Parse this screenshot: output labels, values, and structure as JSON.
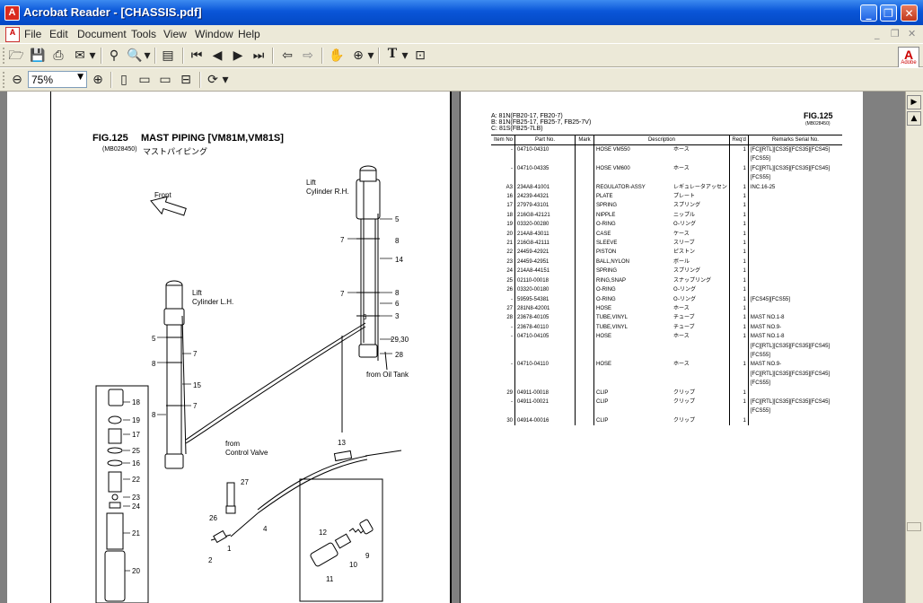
{
  "window": {
    "title": "Acrobat Reader - [CHASSIS.pdf]",
    "app_icon": "acrobat-icon"
  },
  "menu": [
    "File",
    "Edit",
    "Document",
    "Tools",
    "View",
    "Window",
    "Help"
  ],
  "zoom": {
    "value": "75%"
  },
  "page_left": {
    "fig_number": "FIG.125",
    "fig_title": "MAST PIPING [VM81M,VM81S]",
    "fig_code": "(MB028450)",
    "fig_subtitle_jp": "マストパイピング",
    "front_label": "Front",
    "lift_rh": "Lift\nCylinder R.H.",
    "lift_lh": "Lift\nCylinder L.H.",
    "from_control_valve": "from\nControl Valve",
    "from_oil_tank": "from  Oil Tank",
    "callouts_top": [
      "5",
      "8",
      "14",
      "7",
      "8",
      "6",
      "3",
      "29,30",
      "28",
      "7",
      "5",
      "7",
      "8",
      "15",
      "7",
      "8",
      "6"
    ],
    "callouts_mid": [
      "13",
      "27",
      "26",
      "4",
      "1",
      "2"
    ],
    "callouts_box": [
      "12",
      "10",
      "9",
      "11"
    ],
    "callouts_left": [
      "18",
      "19",
      "17",
      "25",
      "16",
      "22",
      "23",
      "24",
      "21",
      "20"
    ]
  },
  "page_right": {
    "notes": [
      "A: 81N(FB20-17, FB20-7)",
      "B: 81N(FB25-17, FB25-7, FB25-7V)",
      "C: 81S(FB25-7LB)"
    ],
    "fig_number": "FIG.125",
    "fig_code": "(MB028450)",
    "headers": [
      "Item No",
      "Part No.",
      "Mark",
      "Description",
      "Req'd",
      "Remarks  Serial No."
    ],
    "rows": [
      {
        "item": "-",
        "part": "04710-04310",
        "desc": "HOSE  VM550",
        "jp": "ホース",
        "qty": "1",
        "remarks": "[FC][RTL][CS35][FCS35][FCS45]"
      },
      {
        "item": "",
        "part": "",
        "desc": "",
        "jp": "",
        "qty": "",
        "remarks": "[FCS55]"
      },
      {
        "item": "-",
        "part": "04710-04335",
        "desc": "HOSE  VM600",
        "jp": "ホース",
        "qty": "1",
        "remarks": "[FC][RTL][CS35][FCS35][FCS45]"
      },
      {
        "item": "",
        "part": "",
        "desc": "",
        "jp": "",
        "qty": "",
        "remarks": "[FCS55]"
      },
      {
        "item": "A3",
        "part": "234A8-41001",
        "desc": "REGULATOR-ASSY",
        "jp": "レギュレータアッセン",
        "qty": "1",
        "remarks": "INC.16-25"
      },
      {
        "item": "16",
        "part": "24239-44321",
        "desc": "PLATE",
        "jp": "プレート",
        "qty": "1",
        "remarks": ""
      },
      {
        "item": "17",
        "part": "27979-43101",
        "desc": "SPRING",
        "jp": "スプリング",
        "qty": "1",
        "remarks": ""
      },
      {
        "item": "18",
        "part": "216G8-42121",
        "desc": "NIPPLE",
        "jp": "ニップル",
        "qty": "1",
        "remarks": ""
      },
      {
        "item": "19",
        "part": "03320-00280",
        "desc": "O-RING",
        "jp": "O-リング",
        "qty": "1",
        "remarks": ""
      },
      {
        "item": "20",
        "part": "214A8-43011",
        "desc": "CASE",
        "jp": "ケース",
        "qty": "1",
        "remarks": ""
      },
      {
        "item": "21",
        "part": "216G8-42111",
        "desc": "SLEEVE",
        "jp": "スリーブ",
        "qty": "1",
        "remarks": ""
      },
      {
        "item": "22",
        "part": "24459-42921",
        "desc": "PISTON",
        "jp": "ピストン",
        "qty": "1",
        "remarks": ""
      },
      {
        "item": "23",
        "part": "24459-42951",
        "desc": "BALL,NYLON",
        "jp": "ボール",
        "qty": "1",
        "remarks": ""
      },
      {
        "item": "24",
        "part": "214A8-44151",
        "desc": "SPRING",
        "jp": "スプリング",
        "qty": "1",
        "remarks": ""
      },
      {
        "item": "25",
        "part": "02110-00018",
        "desc": "RING,SNAP",
        "jp": "スナップリング",
        "qty": "1",
        "remarks": ""
      },
      {
        "item": "26",
        "part": "03320-00180",
        "desc": "O-RING",
        "jp": "O-リング",
        "qty": "1",
        "remarks": ""
      },
      {
        "item": "-",
        "part": "59595-54381",
        "desc": "O-RING",
        "jp": "O-リング",
        "qty": "1",
        "remarks": "[FCS45][FCS55]"
      },
      {
        "item": "27",
        "part": "281N8-42001",
        "desc": "HOSE",
        "jp": "ホース",
        "qty": "1",
        "remarks": ""
      },
      {
        "item": "28",
        "part": "23678-40105",
        "desc": "TUBE,VINYL",
        "jp": "チューブ",
        "qty": "1",
        "remarks": "MAST NO.1-8"
      },
      {
        "item": "-",
        "part": "23678-40110",
        "desc": "TUBE,VINYL",
        "jp": "チューブ",
        "qty": "1",
        "remarks": "MAST NO.9-"
      },
      {
        "item": "-",
        "part": "04710-04105",
        "desc": "HOSE",
        "jp": "ホース",
        "qty": "1",
        "remarks": "MAST NO.1-8"
      },
      {
        "item": "",
        "part": "",
        "desc": "",
        "jp": "",
        "qty": "",
        "remarks": "[FC][RTL][CS35][FCS35][FCS45]"
      },
      {
        "item": "",
        "part": "",
        "desc": "",
        "jp": "",
        "qty": "",
        "remarks": "[FCS55]"
      },
      {
        "item": "-",
        "part": "04710-04110",
        "desc": "HOSE",
        "jp": "ホース",
        "qty": "1",
        "remarks": "MAST NO.9-"
      },
      {
        "item": "",
        "part": "",
        "desc": "",
        "jp": "",
        "qty": "",
        "remarks": "[FC][RTL][CS35][FCS35][FCS45]"
      },
      {
        "item": "",
        "part": "",
        "desc": "",
        "jp": "",
        "qty": "",
        "remarks": "[FCS55]"
      },
      {
        "item": "29",
        "part": "04911-00018",
        "desc": "CLIP",
        "jp": "クリップ",
        "qty": "1",
        "remarks": ""
      },
      {
        "item": "-",
        "part": "04911-00021",
        "desc": "CLIP",
        "jp": "クリップ",
        "qty": "1",
        "remarks": "[FC][RTL][CS35][FCS35][FCS45]"
      },
      {
        "item": "",
        "part": "",
        "desc": "",
        "jp": "",
        "qty": "",
        "remarks": "[FCS55]"
      },
      {
        "item": "30",
        "part": "04914-00016",
        "desc": "CLIP",
        "jp": "クリップ",
        "qty": "1",
        "remarks": ""
      }
    ]
  },
  "colors": {
    "titlebar": "#0a56d8",
    "chrome": "#ece9d8",
    "doc_bg": "#808080"
  }
}
